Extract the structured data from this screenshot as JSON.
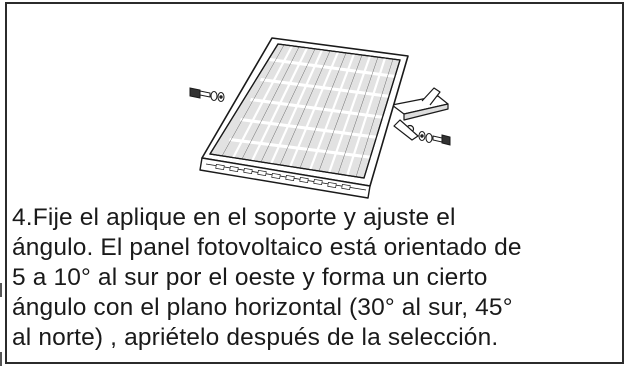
{
  "instruction": {
    "lines": [
      "4.Fije el aplique en el soporte y ajuste el",
      "ángulo. El panel fotovoltaico está orientado de",
      "5 a 10° al sur por el oeste y forma un cierto",
      "ángulo con el plano horizontal (30° al sur, 45°",
      "al norte) , apriételo después de la selección."
    ]
  },
  "illustration": {
    "icon": "solar-panel-mounting-icon",
    "colors": {
      "line": "#1a1a1a",
      "fill": "#ffffff",
      "cells": "#2a2a2a"
    }
  }
}
